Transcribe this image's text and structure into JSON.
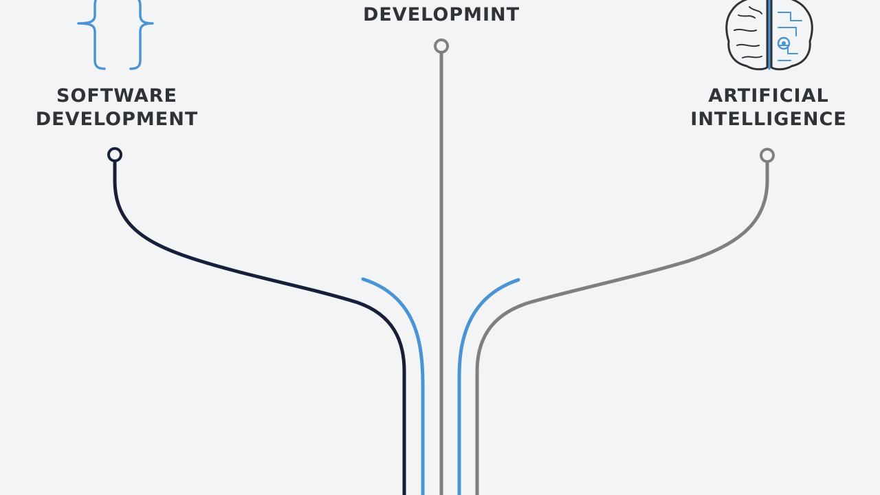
{
  "labels": {
    "center_title": "DEVELOPMINT",
    "left_line1": "SOFTWARE",
    "left_line2": "DEVELOPMENT",
    "right_line1": "ARTIFICIAL",
    "right_line2": "INTELLIGENCE"
  },
  "colors": {
    "background": "#f3f4f5",
    "navy": "#17203a",
    "blue": "#4a94d6",
    "gray": "#7d7f82",
    "text": "#2f3338"
  },
  "icons": {
    "left": "curly-braces-icon",
    "right": "brain-chip-icon"
  }
}
